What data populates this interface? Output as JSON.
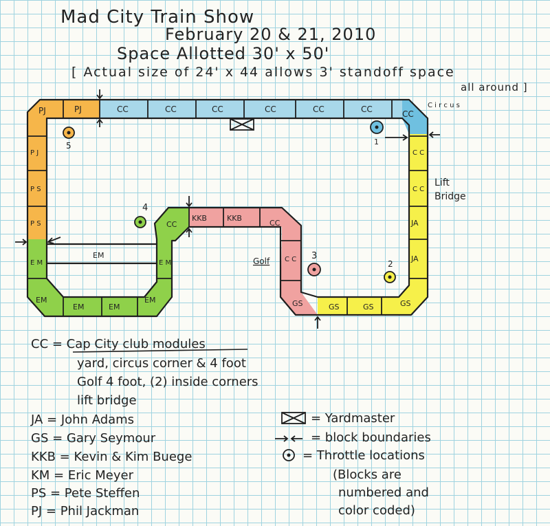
{
  "title": {
    "line1": "Mad City Train Show",
    "line2": "February 20 & 21, 2010",
    "line3": "Space Allotted 30' x 50'",
    "line4": "[ Actual size of 24' x 44 allows 3' standoff space",
    "line5": "all around ]"
  },
  "colors": {
    "cc": "#a8d8ea",
    "cc_dark": "#6fc0e0",
    "yellow": "#f6f04a",
    "green": "#8fd14a",
    "orange": "#f6b64a",
    "pink": "#f0a2a0",
    "ink": "#1e1e1e"
  },
  "modules": {
    "pj1": "PJ",
    "pj2": "PJ",
    "cc1": "CC",
    "cc2": "CC",
    "cc3": "CC",
    "cc4": "CC",
    "cc5": "CC",
    "cc6": "CC",
    "cc7": "CC",
    "circus": "C i r c u s",
    "cc_r1": "C C",
    "cc_r2": "C C",
    "lift": "Lift",
    "bridge": "Bridge",
    "ja1": "JA",
    "ja2": "JA",
    "gs1": "GS",
    "gs2": "GS",
    "gs3": "GS",
    "gs4": "GS",
    "golf": "Golf",
    "cc_golf": "C C",
    "kkb_cc": "CC",
    "kkb1": "KKB",
    "kkb2": "KKB",
    "kkb3": "CC",
    "em_l": "E M",
    "em_r": "E M",
    "em_mid": "EM",
    "em1": "EM",
    "em2": "EM",
    "em3": "EM",
    "em4": "EM",
    "pj3": "P J",
    "ps1": "P S",
    "ps2": "P S"
  },
  "throttles": {
    "t1": "1",
    "t2": "2",
    "t3": "3",
    "t4": "4",
    "t5": "5"
  },
  "legend": {
    "cc": "CC = Cap City club modules",
    "cc_d1": "yard, circus corner & 4 foot",
    "cc_d2": "Golf 4 foot, (2) inside corners",
    "cc_d3": "lift bridge",
    "ja": "JA = John Adams",
    "gs": "GS = Gary Seymour",
    "kkb": "KKB = Kevin & Kim Buege",
    "em": "KM = Eric Meyer",
    "ps": "PS = Pete Steffen",
    "pj": "PJ = Phil Jackman",
    "yardmaster": "= Yardmaster",
    "blocks": "= block boundaries",
    "throttle": "= Throttle locations",
    "note1": "(Blocks are",
    "note2": "numbered and",
    "note3": "color coded)"
  }
}
